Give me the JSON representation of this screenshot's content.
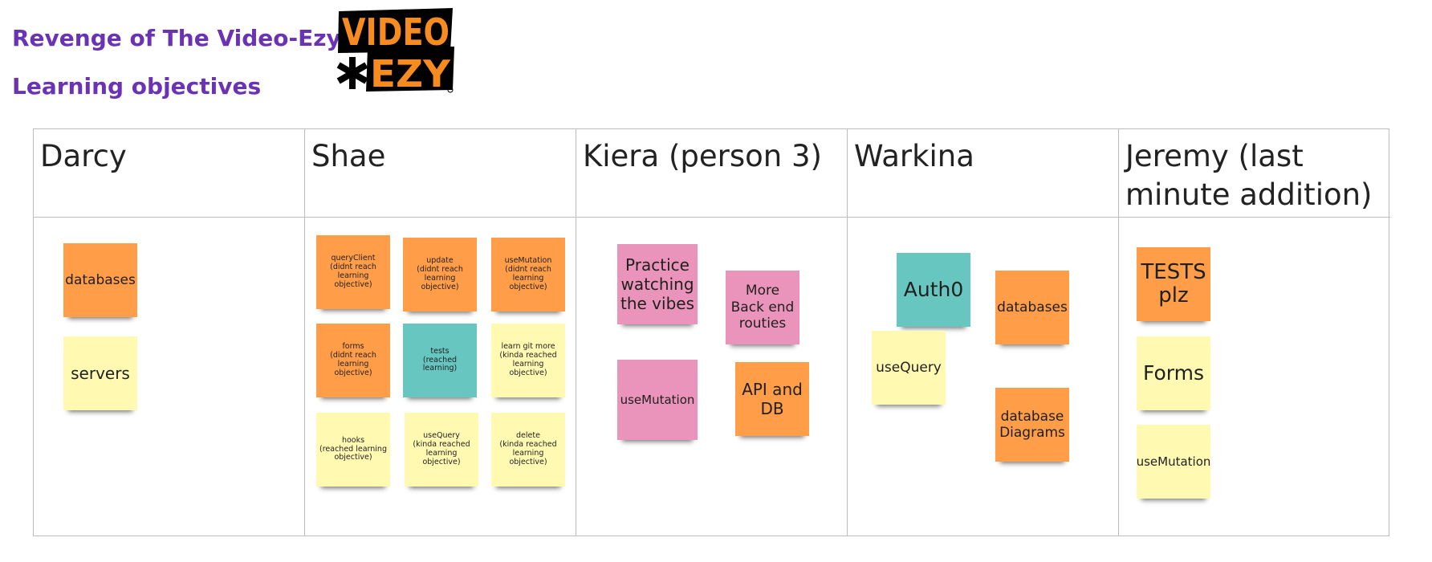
{
  "header": {
    "title": "Revenge of The Video-Ezy",
    "subtitle": "Learning objectives",
    "logo_text_top": "VIDEO",
    "logo_text_bottom": "EZY",
    "logo_colors": {
      "orange": "#f68b1f",
      "black": "#000000"
    }
  },
  "colors": {
    "title": "#6a33b4",
    "orange": "#ff9d48",
    "yellow": "#fff9b1",
    "teal": "#67c6c0",
    "pink": "#ea94bb",
    "border": "#bdbdbd"
  },
  "columns": [
    {
      "name": "Darcy",
      "notes": [
        {
          "text": "databases",
          "color": "orange"
        },
        {
          "text": "servers",
          "color": "yellow"
        }
      ]
    },
    {
      "name": "Shae",
      "notes": [
        {
          "text": "queryClient\n(didnt reach\nlearning objective)",
          "color": "orange"
        },
        {
          "text": "update\n(didnt reach\nlearning objective)",
          "color": "orange"
        },
        {
          "text": "useMutation\n(didnt reach\nlearning objective)",
          "color": "orange"
        },
        {
          "text": "forms\n(didnt reach\nlearning objective)",
          "color": "orange"
        },
        {
          "text": "tests\n(reached learning)",
          "color": "teal"
        },
        {
          "text": "learn git more\n(kinda reached\nlearning objective)",
          "color": "yellow"
        },
        {
          "text": "hooks\n(reached learning\nobjective)",
          "color": "yellow"
        },
        {
          "text": "useQuery\n(kinda reached\nlearning objective)",
          "color": "yellow"
        },
        {
          "text": "delete\n(kinda reached\nlearning objective)",
          "color": "yellow"
        }
      ]
    },
    {
      "name": "Kiera (person 3)",
      "notes": [
        {
          "text": "Practice\nwatching\nthe vibes",
          "color": "pink"
        },
        {
          "text": "More\nBack end\nrouties",
          "color": "pink"
        },
        {
          "text": "useMutation",
          "color": "pink"
        },
        {
          "text": "API and\nDB",
          "color": "orange"
        }
      ]
    },
    {
      "name": "Warkina",
      "notes": [
        {
          "text": "Auth0",
          "color": "teal"
        },
        {
          "text": "databases",
          "color": "orange"
        },
        {
          "text": "useQuery",
          "color": "yellow"
        },
        {
          "text": "database\nDiagrams",
          "color": "orange"
        }
      ]
    },
    {
      "name": "Jeremy (last minute addition)",
      "notes": [
        {
          "text": "TESTS\nplz",
          "color": "orange"
        },
        {
          "text": "Forms",
          "color": "yellow"
        },
        {
          "text": "useMutation",
          "color": "yellow"
        }
      ]
    }
  ]
}
